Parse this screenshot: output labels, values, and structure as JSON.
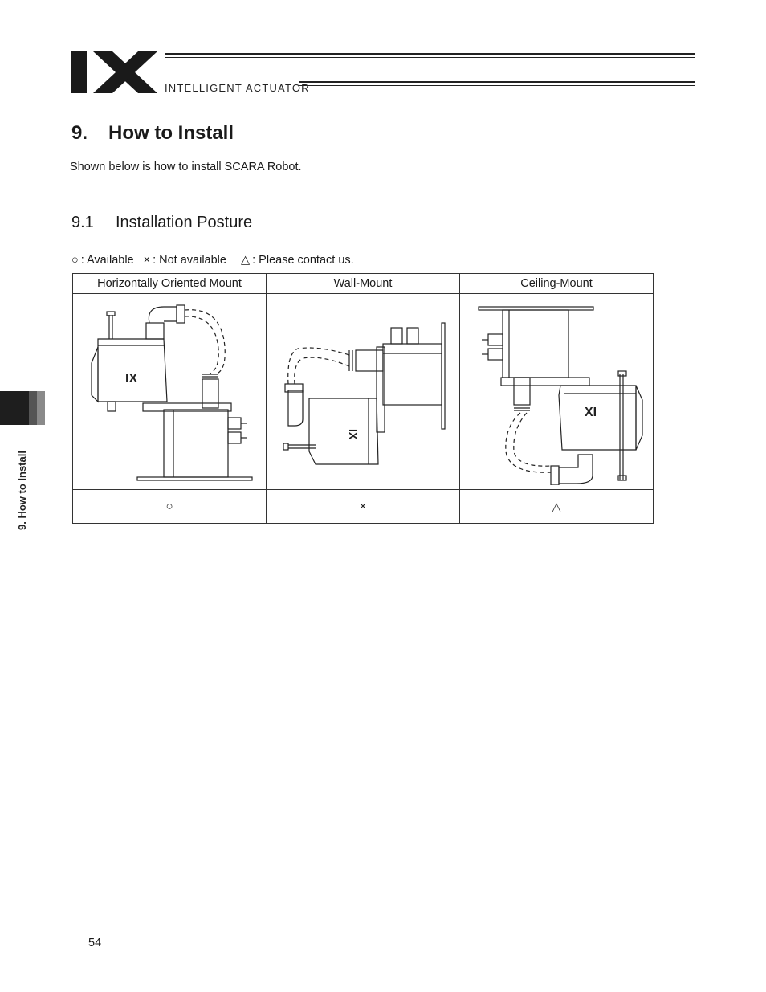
{
  "header": {
    "logo_text": "IX",
    "brand_text": "INTELLIGENT ACTUATOR"
  },
  "section": {
    "number": "9.",
    "title": "How to Install",
    "intro": "Shown below is how to install SCARA Robot."
  },
  "subsection": {
    "number": "9.1",
    "title": "Installation Posture"
  },
  "legend": {
    "available_symbol": "○",
    "available_label": ": Available",
    "not_available_symbol": "×",
    "not_available_label": ": Not available",
    "contact_symbol": "△",
    "contact_label": ": Please contact us."
  },
  "table": {
    "columns": [
      {
        "header": "Horizontally Oriented Mount",
        "figure": "scara-robot-floor-mount-drawing",
        "mark": "○"
      },
      {
        "header": "Wall-Mount",
        "figure": "scara-robot-wall-mount-drawing",
        "mark": "×"
      },
      {
        "header": "Ceiling-Mount",
        "figure": "scara-robot-ceiling-mount-drawing",
        "mark": "△"
      }
    ]
  },
  "side_tab": {
    "label": "9. How to Install"
  },
  "footer": {
    "page_number": "54"
  }
}
